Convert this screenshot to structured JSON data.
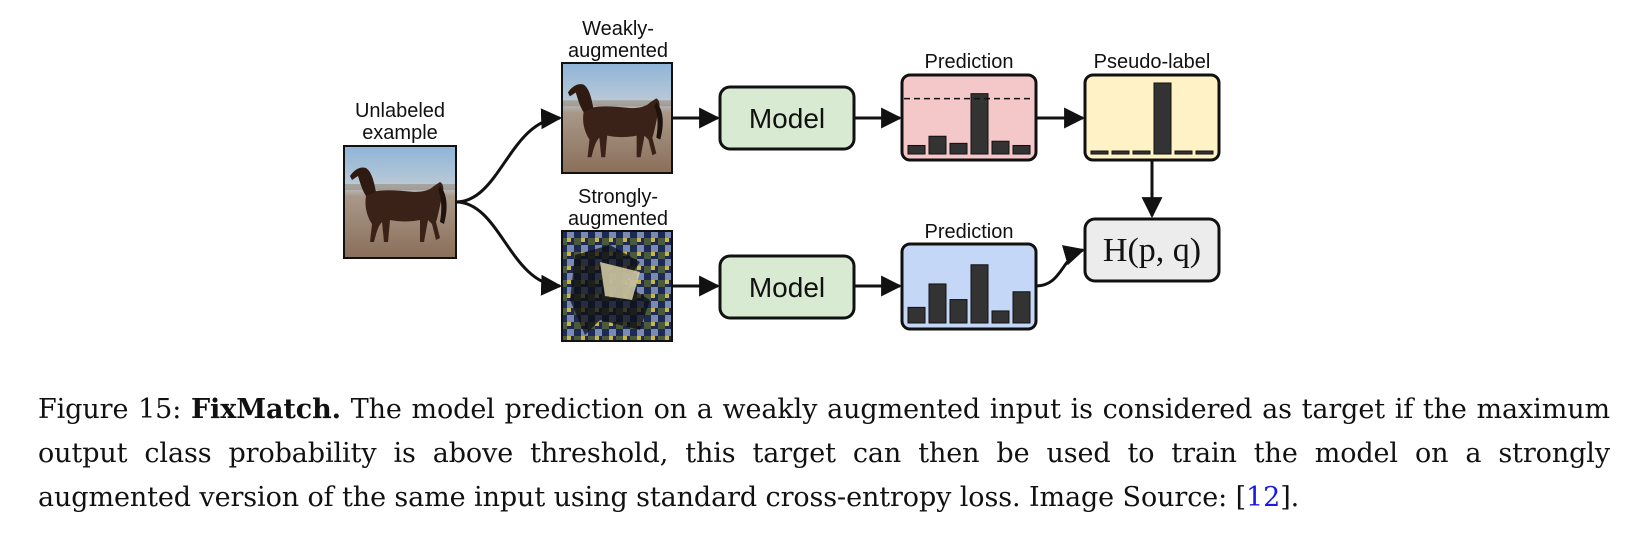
{
  "diagram": {
    "unlabeled_label": [
      "Unlabeled",
      "example"
    ],
    "weak_label": [
      "Weakly-",
      "augmented"
    ],
    "strong_label": [
      "Strongly-",
      "augmented"
    ],
    "model_top": "Model",
    "model_bottom": "Model",
    "prediction_top": "Prediction",
    "prediction_bottom": "Prediction",
    "pseudo_label": "Pseudo-label",
    "loss": "H(p, q)",
    "prediction_top_values": [
      0.12,
      0.25,
      0.15,
      0.85,
      0.18,
      0.12
    ],
    "pseudo_label_values": [
      0.04,
      0.04,
      0.04,
      1.0,
      0.04,
      0.04
    ],
    "prediction_bottom_values": [
      0.22,
      0.55,
      0.33,
      0.82,
      0.17,
      0.44
    ],
    "threshold": 0.78,
    "colors": {
      "model_fill": "#d9ead3",
      "prediction_top_fill": "#f4c7c9",
      "pseudo_fill": "#fef2c6",
      "prediction_bottom_fill": "#c5d7f7",
      "loss_fill": "#ececec",
      "bar_fill": "#333333"
    }
  },
  "caption": {
    "prefix": "Figure 15:",
    "title": "FixMatch.",
    "body": "The model prediction on a weakly augmented input is considered as target if the maximum output class probability is above threshold, this target can then be used to train the model on a strongly augmented version of the same input using standard cross-entropy loss. Image Source: [",
    "ref": "12",
    "suffix": "]."
  }
}
